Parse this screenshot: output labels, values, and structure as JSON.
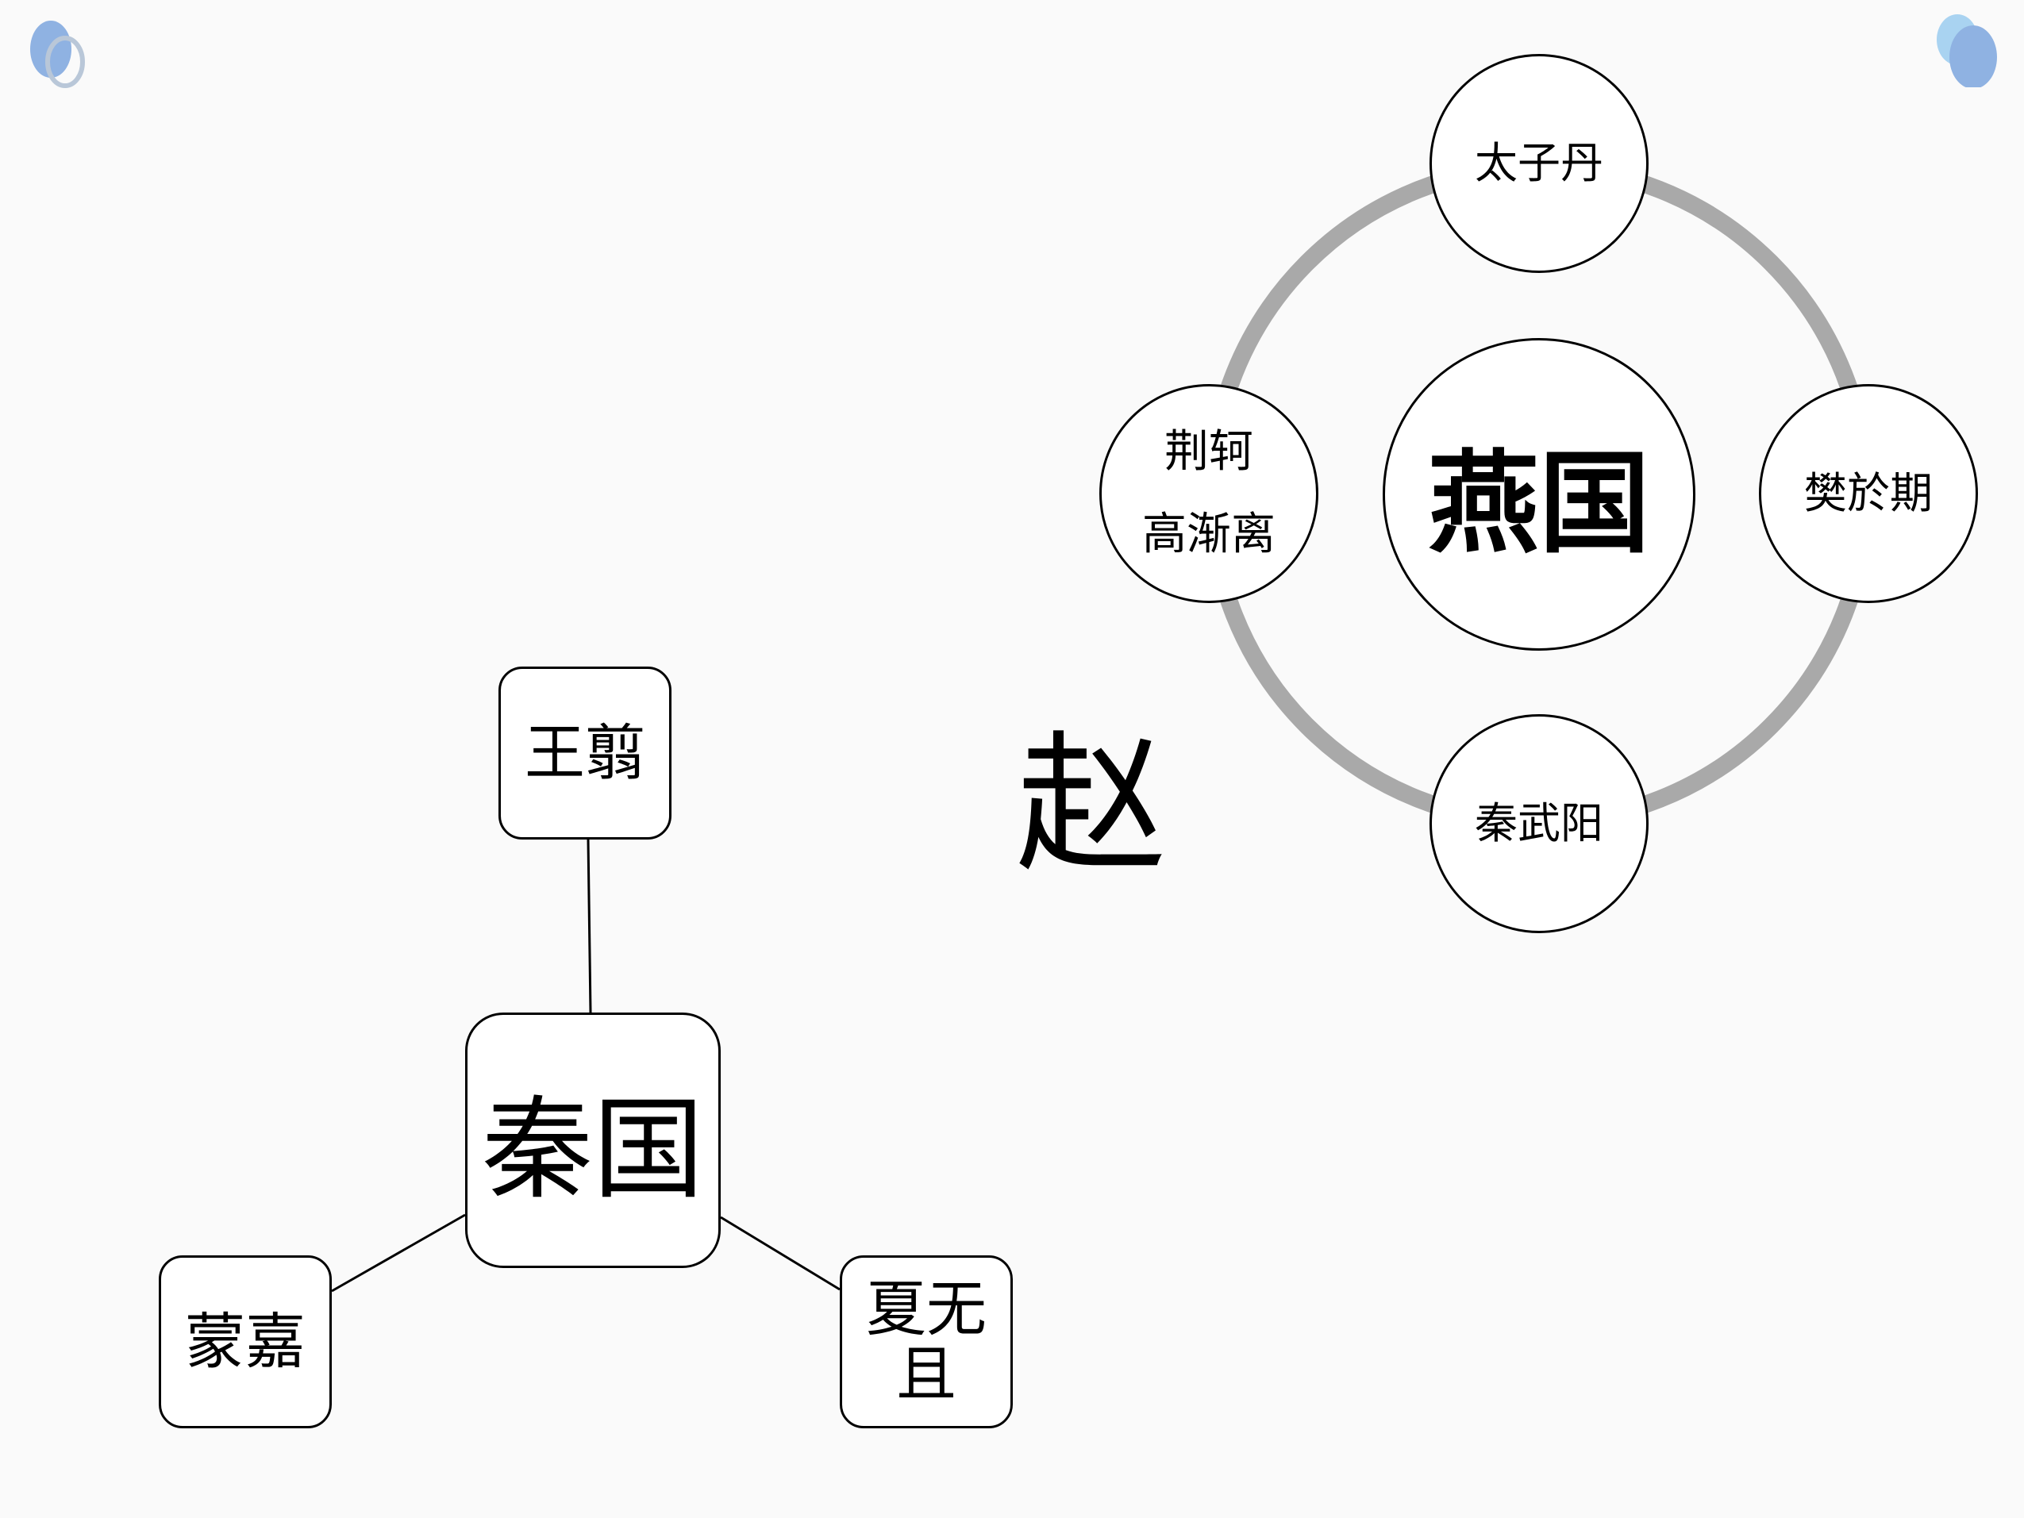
{
  "yan": {
    "center_label": "燕国",
    "top_label": "太子丹",
    "left_lines": [
      "荆轲",
      "高渐离"
    ],
    "right_label": "樊於期",
    "bottom_label": "秦武阳"
  },
  "qin": {
    "center_label": "秦国",
    "top_label": "王翦",
    "left_label": "蒙嘉",
    "right_lines": [
      "夏无",
      "且"
    ]
  },
  "zhao": {
    "label": "赵"
  },
  "colors": {
    "background": "#fafafa",
    "ring": "#a9a9a9",
    "node_fill": "#ffffff",
    "node_border": "#000000",
    "ornament_blue": "#8fb2e2",
    "ornament_light": "#a9d3f1"
  },
  "icons": {
    "top_left": "ornament-circles-icon",
    "top_right": "ornament-circles-icon"
  }
}
